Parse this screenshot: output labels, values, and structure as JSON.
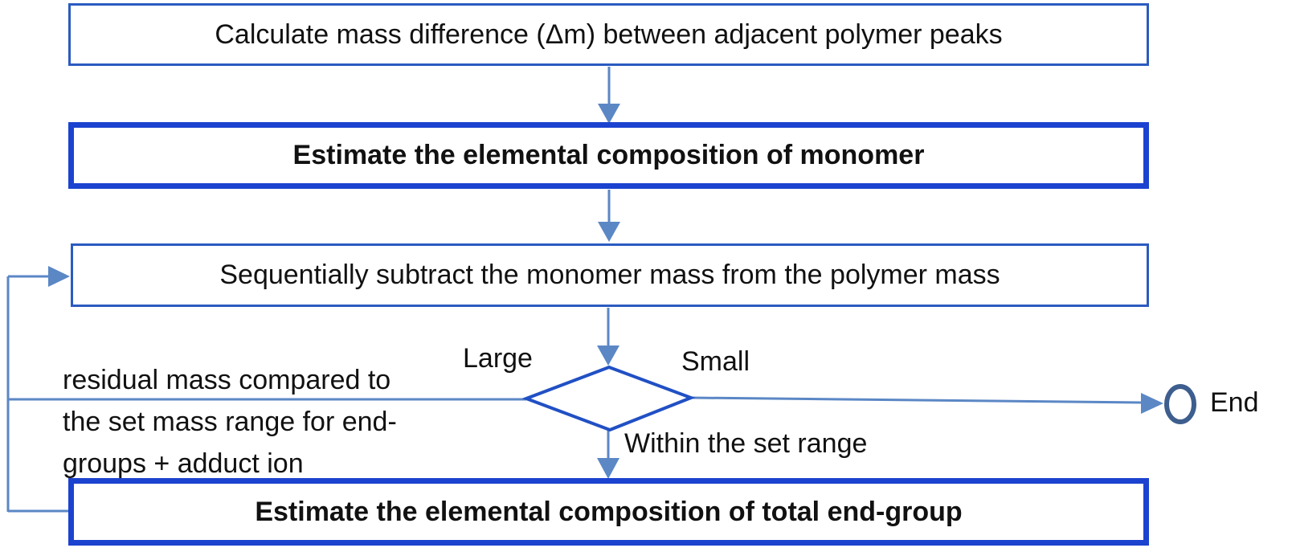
{
  "colors": {
    "thick_border": "#1c43cf",
    "thin_border": "#2b5bc0",
    "diamond_border": "#2150c4",
    "connector": "#5b87c5",
    "end_circle": "#3d5e8e",
    "text": "#111111"
  },
  "flowchart": {
    "steps": [
      {
        "id": "calc-mass-difference",
        "label": "Calculate mass difference (Δm) between adjacent polymer peaks",
        "emphasis": false
      },
      {
        "id": "estimate-monomer",
        "label": "Estimate the elemental composition of monomer",
        "emphasis": true
      },
      {
        "id": "subtract-monomer",
        "label": "Sequentially subtract the monomer mass from the polymer mass",
        "emphasis": false
      },
      {
        "id": "estimate-end-group",
        "label": "Estimate the elemental composition of total end-group",
        "emphasis": true
      }
    ],
    "decision": {
      "branch_large": "Large",
      "branch_small": "Small",
      "branch_within": "Within the set range",
      "note_lines": [
        "residual mass compared to",
        "the set mass range for end-",
        "groups + adduct ion"
      ]
    },
    "terminal": {
      "label": "End"
    }
  }
}
